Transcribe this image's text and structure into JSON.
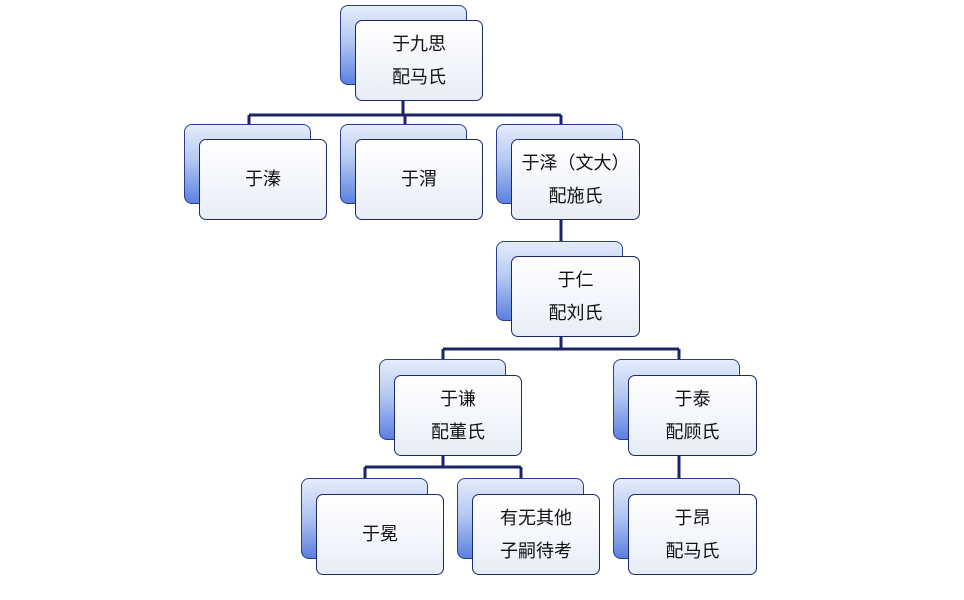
{
  "family_tree": {
    "root": {
      "line1": "于九思",
      "line2": "配马氏"
    },
    "gen2": {
      "son1": "于溱",
      "son2": "于渭",
      "son3": {
        "line1": "于泽（文大）",
        "line2": "配施氏"
      }
    },
    "gen3": {
      "line1": "于仁",
      "line2": "配刘氏"
    },
    "gen4": {
      "son1": {
        "line1": "于谦",
        "line2": "配董氏"
      },
      "son2": {
        "line1": "于泰",
        "line2": "配顾氏"
      }
    },
    "gen5": {
      "grandson1": "于冕",
      "grandson2": {
        "line1": "有无其他",
        "line2": "子嗣待考"
      },
      "grandson3": {
        "line1": "于昂",
        "line2": "配马氏"
      }
    }
  },
  "colors": {
    "connector": "#1b2466",
    "box_border": "#1c2a6b",
    "shadow_dark": "#5b80e0",
    "shadow_light": "#e6edfb"
  }
}
